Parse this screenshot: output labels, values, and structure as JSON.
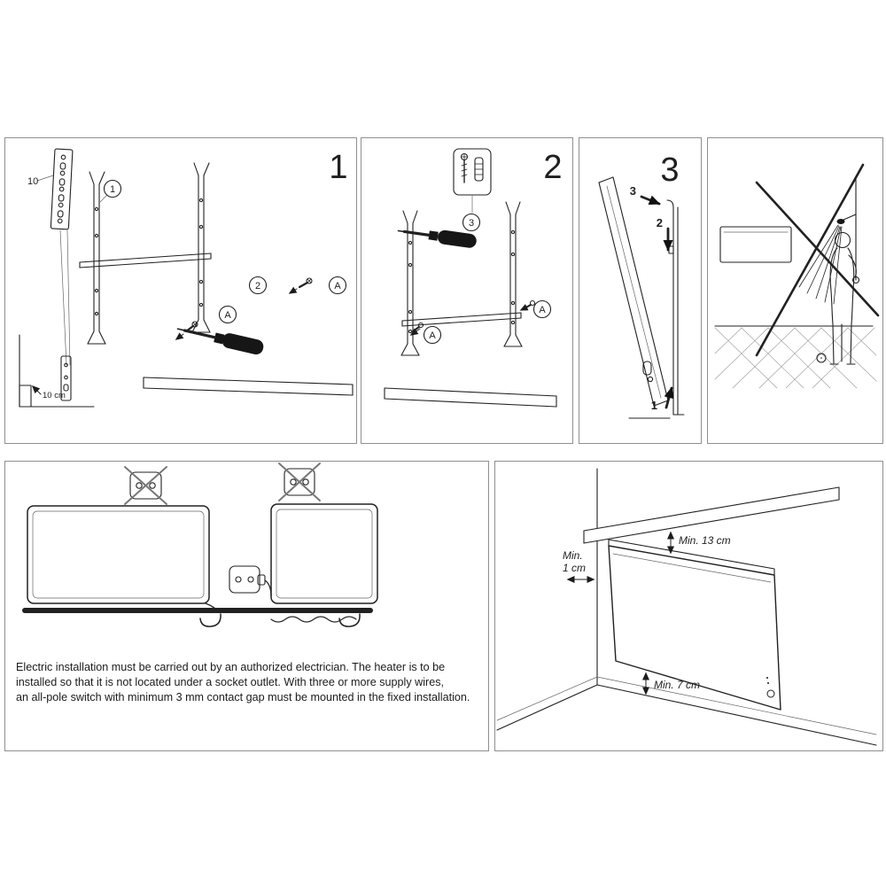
{
  "page": {
    "background": "#ffffff",
    "line_color": "#212121",
    "panel_border": "#8f8f8f"
  },
  "step1": {
    "number": "1",
    "callout_bracket": "1",
    "callout_screw": "2",
    "screw_a_left": "A",
    "screw_a_right": "A",
    "template_label": "10",
    "floor_gap": "10 cm"
  },
  "step2": {
    "number": "2",
    "callout_anchor": "3",
    "screw_a_left": "A",
    "screw_a_right": "A"
  },
  "step3": {
    "number": "3",
    "arrow_1": "1",
    "arrow_2": "2",
    "arrow_3": "3"
  },
  "electrical_note": {
    "lines": [
      "Electric installation must be carried out by an authorized electrician. The heater is to be",
      "installed so that it is not located under a socket outlet. With three or more supply wires,",
      "an all-pole switch with minimum 3 mm contact gap must be mounted in the fixed installation."
    ]
  },
  "clearance": {
    "top": "Min. 13 cm",
    "side_line1": "Min.",
    "side_line2": "1 cm",
    "bottom": "Min. 7 cm"
  }
}
